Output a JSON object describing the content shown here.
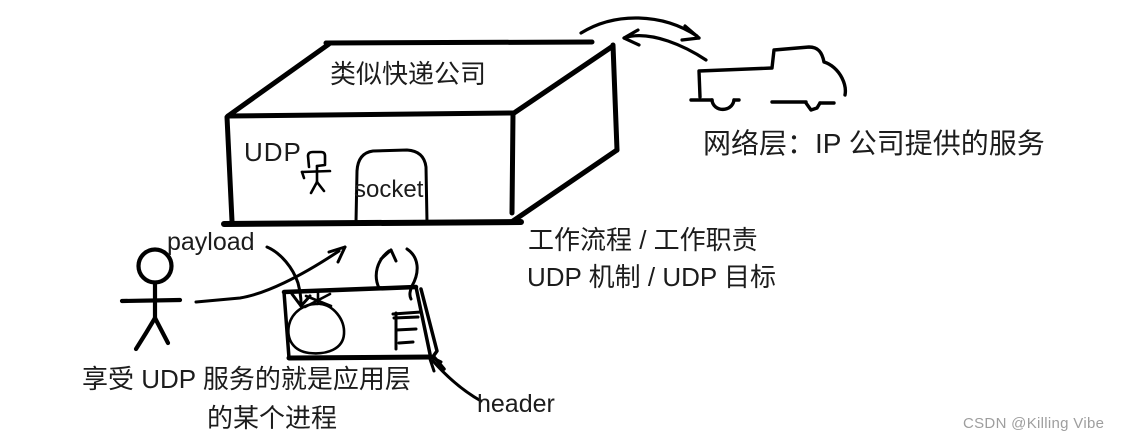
{
  "colors": {
    "ink": "#000000",
    "text": "#1c1c1c",
    "watermark": "#9e9e9e",
    "background": "#ffffff"
  },
  "building": {
    "roof_label": "类似快递公司",
    "protocol_label": "UDP",
    "door_label": "socket"
  },
  "network_layer": {
    "caption": "网络层：IP 公司提供的服务"
  },
  "duties": {
    "line1": "工作流程 / 工作职责",
    "line2": "UDP 机制 / UDP 目标"
  },
  "datagram": {
    "payload_label": "payload",
    "header_label": "header"
  },
  "app_process": {
    "line1": "享受 UDP 服务的就是应用层",
    "line2": "的某个进程"
  },
  "watermark": {
    "credit": "CSDN @Killing Vibe"
  }
}
